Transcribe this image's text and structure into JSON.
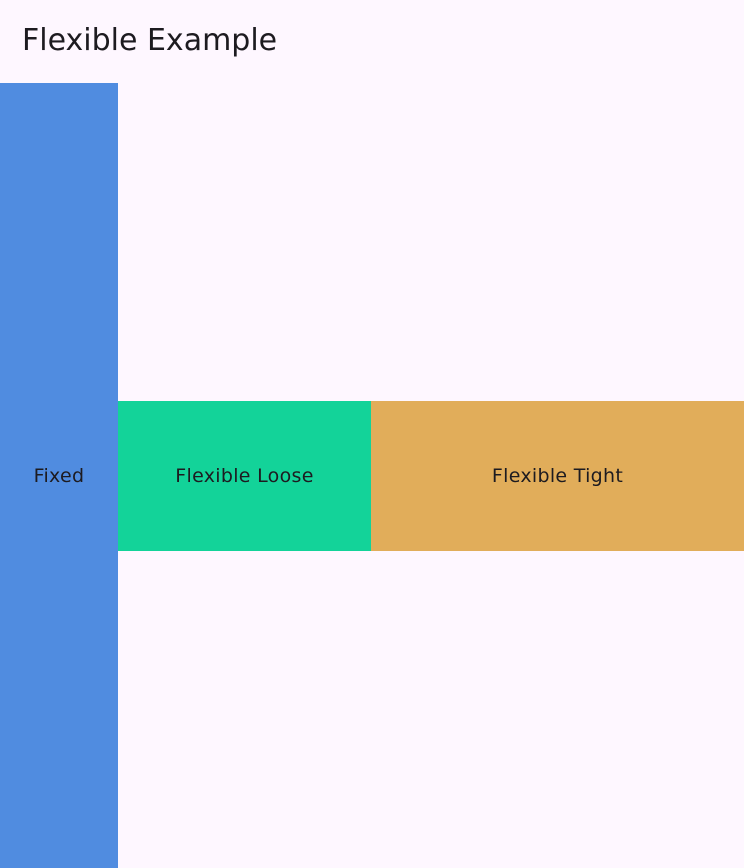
{
  "app_bar": {
    "title": "Flexible Example"
  },
  "boxes": {
    "fixed": {
      "label": "Fixed",
      "color": "#508ce0"
    },
    "flexible_loose": {
      "label": "Flexible Loose",
      "color": "#13d399"
    },
    "flexible_tight": {
      "label": "Flexible Tight",
      "color": "#e1ad5a"
    }
  },
  "colors": {
    "background": "#fef7ff",
    "text": "#1d1b20"
  }
}
